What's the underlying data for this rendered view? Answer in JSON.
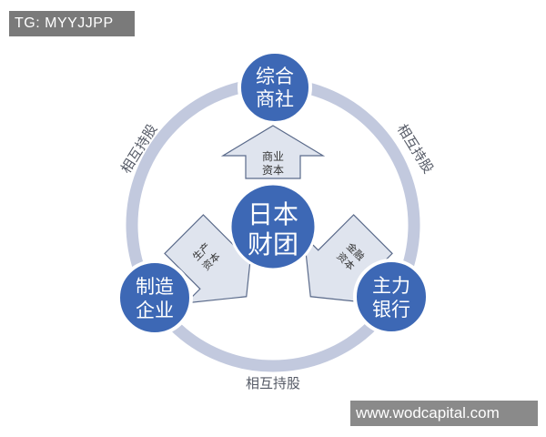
{
  "watermarks": {
    "top_left": "TG: MYYJJPP",
    "bottom_right": "www.wodcapital.com"
  },
  "nodes": {
    "center": {
      "line1": "日本",
      "line2": "财团"
    },
    "top": {
      "line1": "综合",
      "line2": "商社"
    },
    "left": {
      "line1": "制造",
      "line2": "企业"
    },
    "right": {
      "line1": "主力",
      "line2": "银行"
    }
  },
  "cross_holding": {
    "left_label": "相互持股",
    "right_label": "相互持股",
    "bottom_label": "相互持股"
  },
  "flows": {
    "top": {
      "line1": "商业",
      "line2": "资本"
    },
    "left": {
      "line1": "生产",
      "line2": "资本"
    },
    "right": {
      "line1": "金融",
      "line2": "资本"
    }
  },
  "colors": {
    "node_fill": "#3d68b5",
    "node_stroke": "#ffffff",
    "ring": "#c2c9de",
    "arrow_fill": "#dfe4ee",
    "arrow_stroke": "#5a6a8a",
    "label_text": "#555a66"
  }
}
